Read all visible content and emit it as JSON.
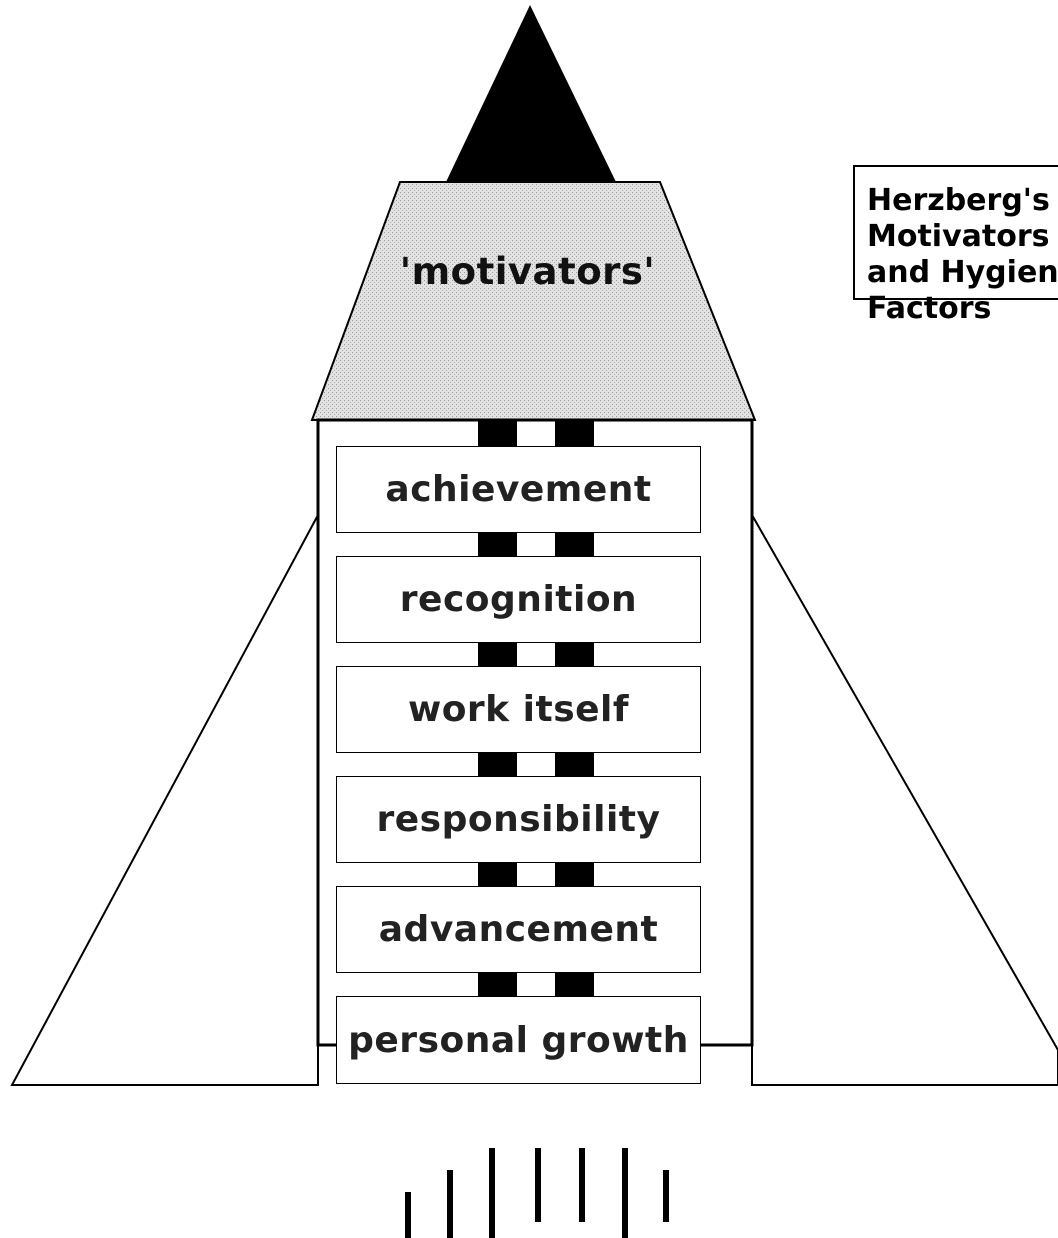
{
  "legend": {
    "lines": [
      "Herzberg's",
      "Motivators",
      "and Hygiene",
      "Factors"
    ]
  },
  "nose_label": "'motivators'",
  "factors": [
    {
      "label": "achievement"
    },
    {
      "label": "recognition"
    },
    {
      "label": "work itself"
    },
    {
      "label": "responsibility"
    },
    {
      "label": "advancement"
    },
    {
      "label": "personal growth"
    }
  ],
  "colors": {
    "outline": "#000000",
    "nose_fill": "#dcdcdc",
    "tip_fill": "#000000",
    "box_fill": "#ffffff"
  }
}
